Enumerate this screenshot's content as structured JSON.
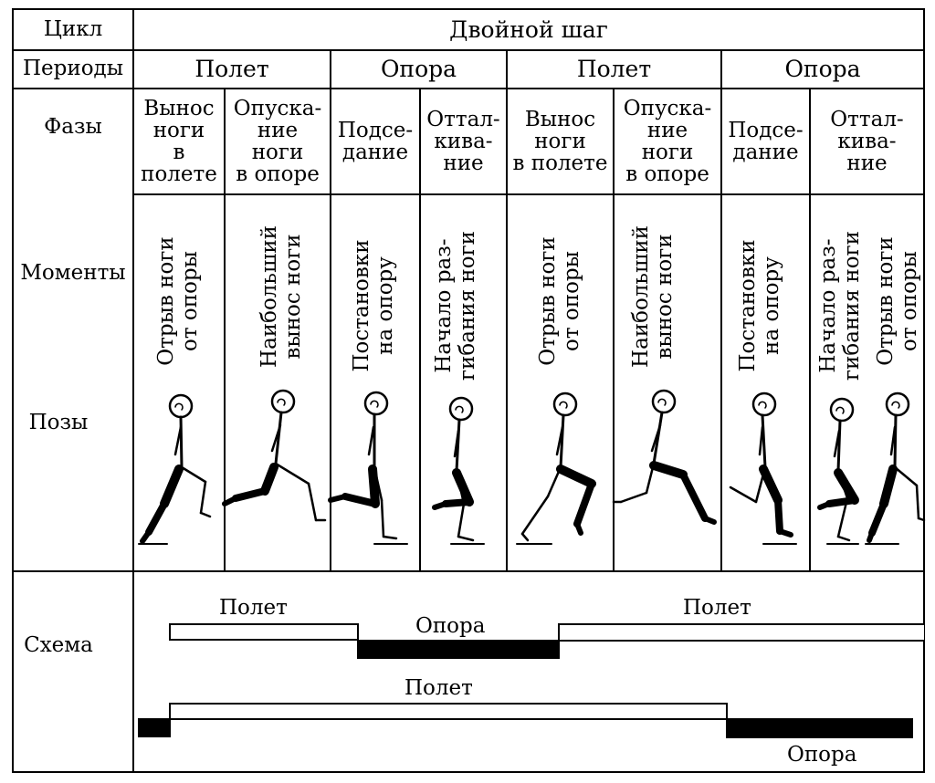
{
  "row_labels": {
    "cycle": "Цикл",
    "periods": "Периоды",
    "phases": "Фазы",
    "moments": "Моменты",
    "poses": "Позы",
    "schema": "Схема"
  },
  "cycle_title": "Двойной шаг",
  "periods": [
    "Полет",
    "Опора",
    "Полет",
    "Опора"
  ],
  "phases": [
    "Вынос\nноги\nв\nполете",
    "Опуска-\nние\nноги\nв опоре",
    "Подсе-\nдание",
    "Оттал-\nкива-\nние",
    "Вынос\nноги\nв полете",
    "Опуска-\nние\nноги\nв опоре",
    "Подсе-\nдание",
    "Оттал-\nкива-\nние"
  ],
  "moments": [
    "Отрыв ноги\nот опоры",
    "Наибольший\nвынос ноги",
    "Постановки\nна опору",
    "Начало раз-\nгибания ноги",
    "Отрыв ноги\nот опоры",
    "Наибольший\nвынос ноги",
    "Постановки\nна опору",
    "Начало раз-\nгибания ноги",
    "Отрыв ноги\nот опоры"
  ],
  "schema": {
    "upper": {
      "flight_left": "Полет",
      "support": "Опора",
      "flight_right": "Полет"
    },
    "lower": {
      "flight": "Полет",
      "support": "Опора"
    }
  }
}
